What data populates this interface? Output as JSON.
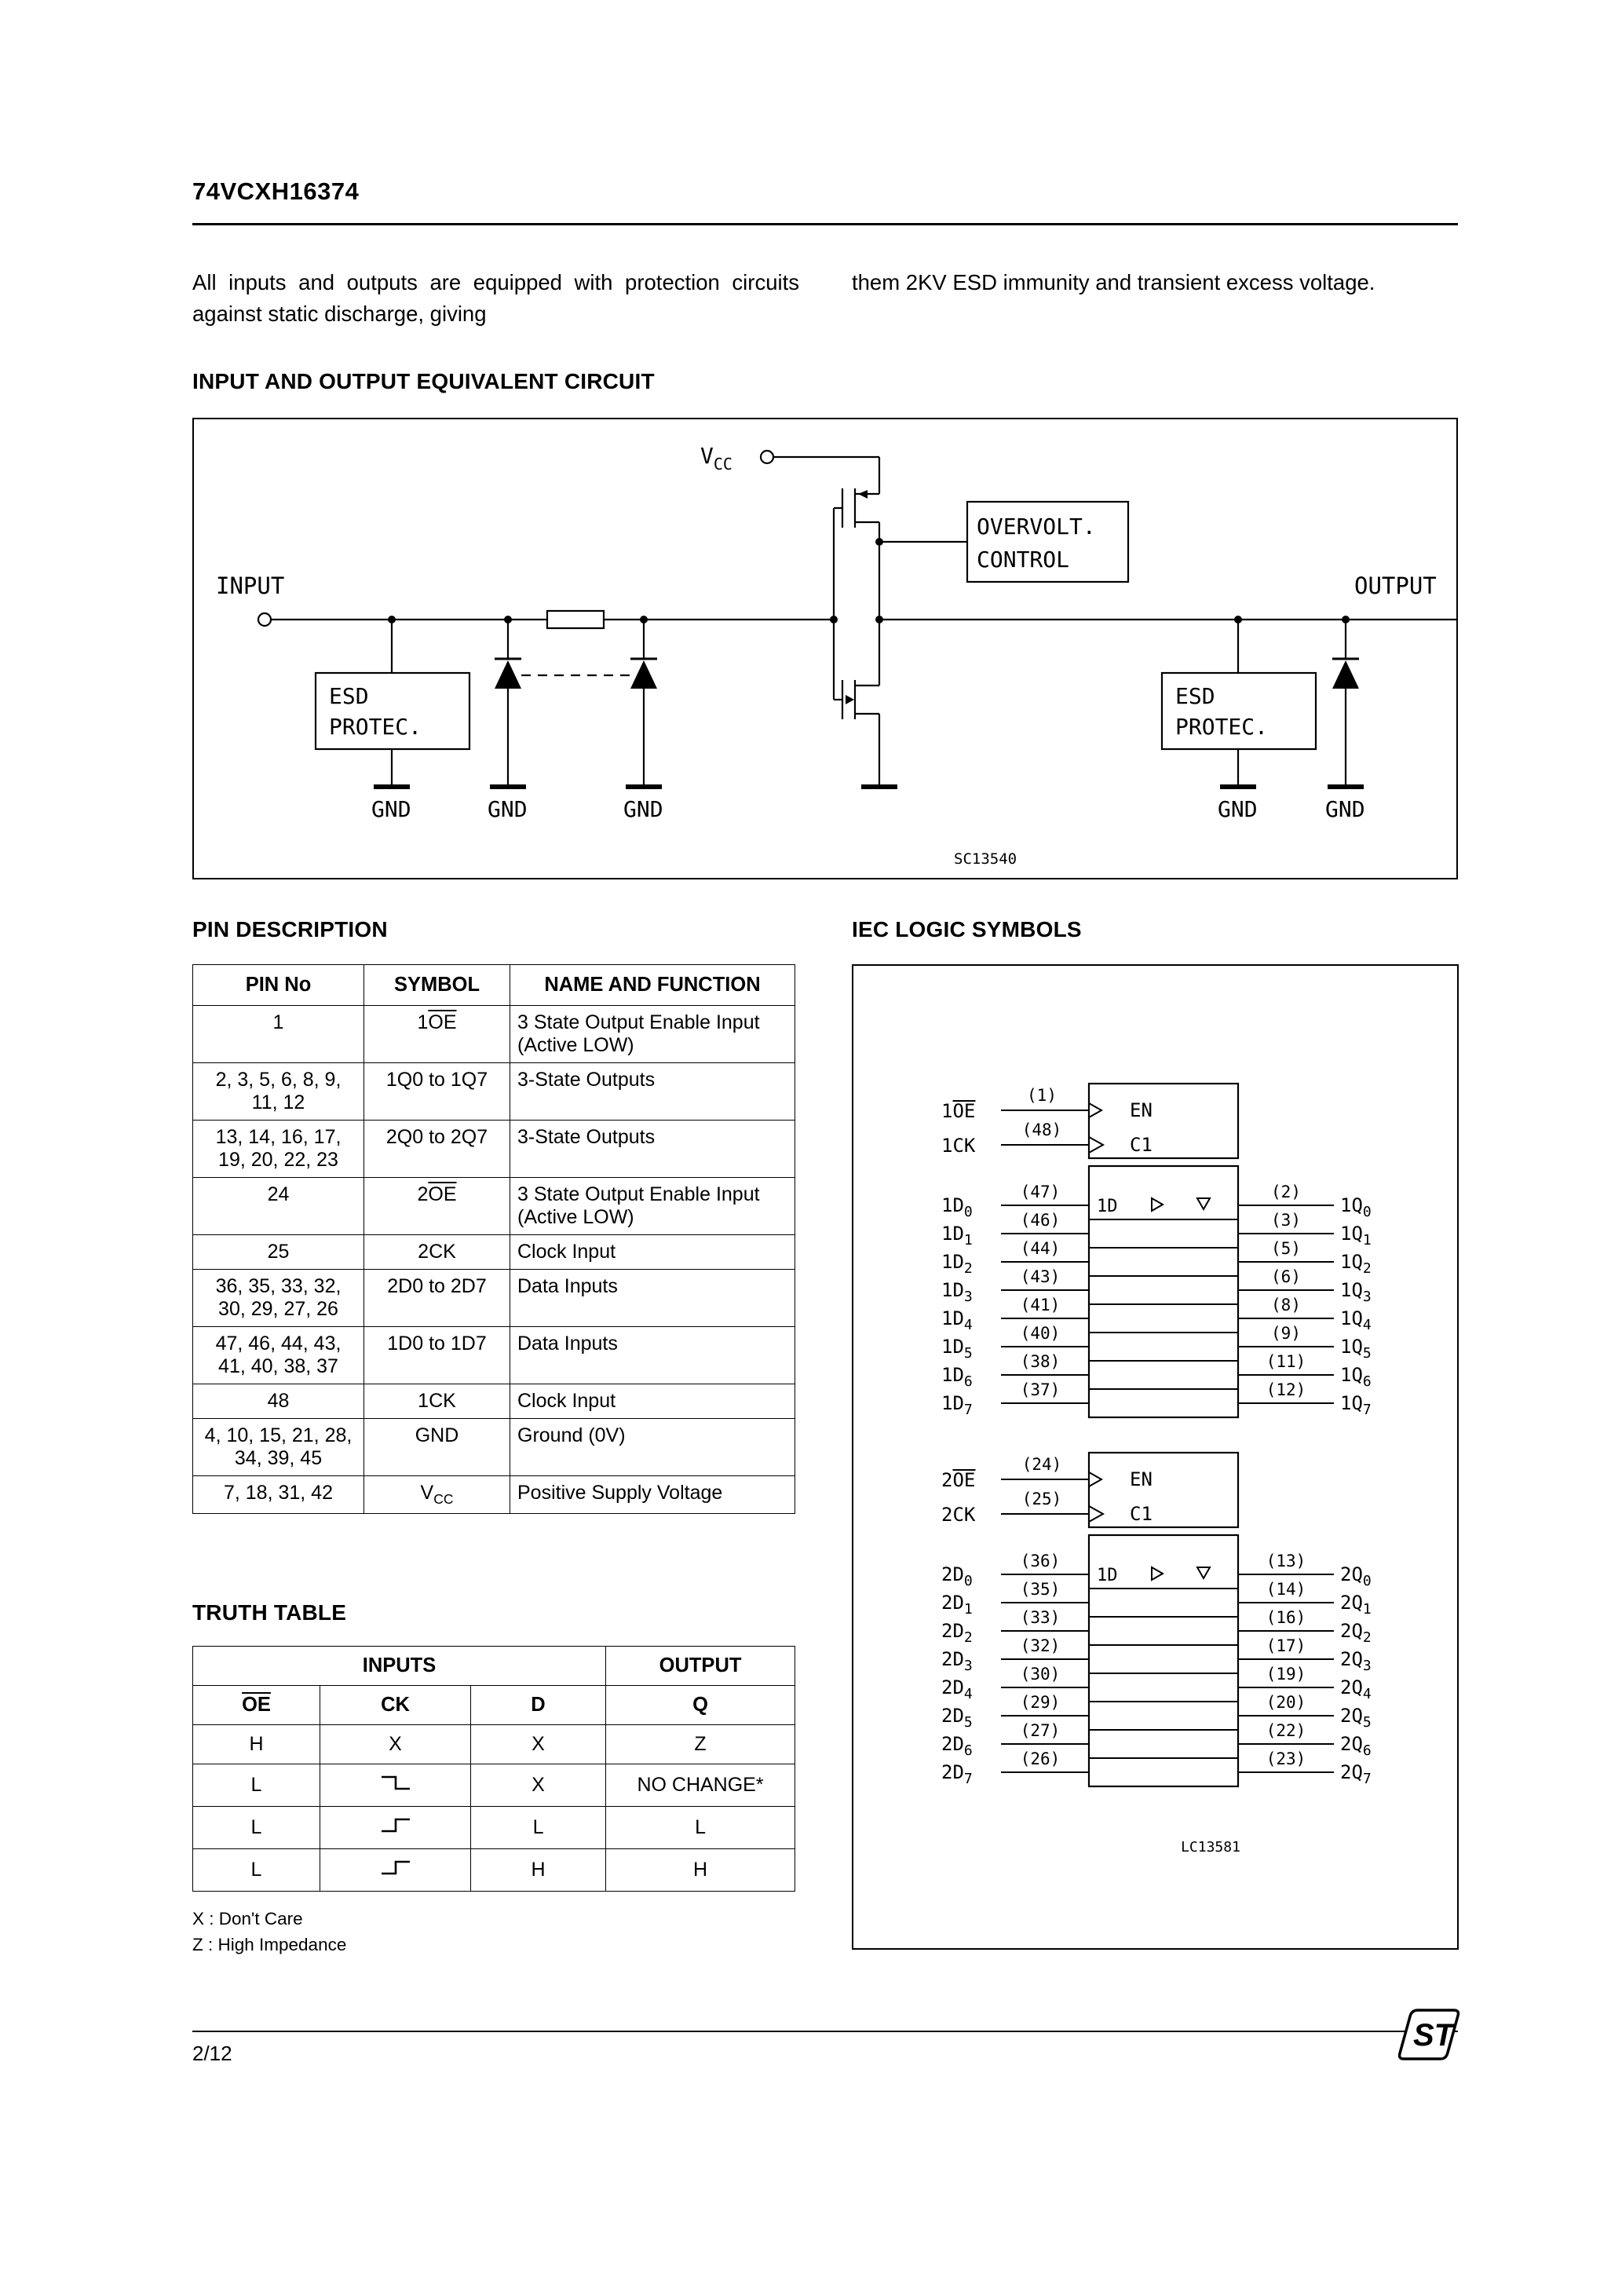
{
  "page": {
    "title": "74VCXH16374",
    "footer_page": "2/12",
    "logo_text": "ST"
  },
  "intro": {
    "col_left": "All inputs and outputs are equipped with protection circuits against static discharge, giving",
    "col_right": "them 2KV ESD immunity and transient excess voltage."
  },
  "sections": {
    "equivalent_circuit": "INPUT AND OUTPUT EQUIVALENT CIRCUIT",
    "pin_description": "PIN DESCRIPTION",
    "iec_logic": "IEC LOGIC SYMBOLS",
    "truth_table": "TRUTH TABLE"
  },
  "circuit": {
    "vcc_label": "V",
    "vcc_sub": "CC",
    "input_label": "INPUT",
    "output_label": "OUTPUT",
    "overvolt_line1": "OVERVOLT.",
    "overvolt_line2": "CONTROL",
    "esd_line1": "ESD",
    "esd_line2": "PROTEC.",
    "gnd_label": "GND",
    "code": "SC13540"
  },
  "pin_table": {
    "headers": [
      "PIN No",
      "SYMBOL",
      "NAME AND FUNCTION"
    ],
    "rows": [
      {
        "pin": "1",
        "symbol": {
          "pre": "1",
          "bar": "OE"
        },
        "name": "3 State Output Enable Input (Active LOW)"
      },
      {
        "pin": "2, 3, 5, 6, 8, 9, 11, 12",
        "symbol": {
          "text": "1Q0 to 1Q7"
        },
        "name": "3-State Outputs"
      },
      {
        "pin": "13, 14, 16, 17, 19, 20, 22, 23",
        "symbol": {
          "text": "2Q0 to 2Q7"
        },
        "name": "3-State Outputs"
      },
      {
        "pin": "24",
        "symbol": {
          "pre": "2",
          "bar": "OE"
        },
        "name": "3 State Output Enable Input (Active LOW)"
      },
      {
        "pin": "25",
        "symbol": {
          "text": "2CK"
        },
        "name": "Clock Input"
      },
      {
        "pin": "36, 35, 33, 32, 30, 29, 27, 26",
        "symbol": {
          "text": "2D0 to 2D7"
        },
        "name": "Data Inputs"
      },
      {
        "pin": "47, 46, 44, 43, 41, 40, 38, 37",
        "symbol": {
          "text": "1D0 to 1D7"
        },
        "name": "Data Inputs"
      },
      {
        "pin": "48",
        "symbol": {
          "text": "1CK"
        },
        "name": "Clock Input"
      },
      {
        "pin": "4, 10, 15, 21, 28, 34, 39, 45",
        "symbol": {
          "text": "GND"
        },
        "name": "Ground (0V)"
      },
      {
        "pin": "7, 18, 31, 42",
        "symbol": {
          "pre": "V",
          "sub": "CC"
        },
        "name": "Positive Supply Voltage"
      }
    ]
  },
  "truth_table": {
    "group_headers": [
      "INPUTS",
      "OUTPUT"
    ],
    "col_headers": [
      {
        "bar": "OE"
      },
      {
        "text": "CK"
      },
      {
        "text": "D"
      },
      {
        "text": "Q"
      }
    ],
    "rows": [
      [
        "H",
        "X",
        "X",
        "Z"
      ],
      [
        "L",
        "falling-edge",
        "X",
        "NO CHANGE*"
      ],
      [
        "L",
        "rising-edge",
        "L",
        "L"
      ],
      [
        "L",
        "rising-edge",
        "H",
        "H"
      ]
    ],
    "notes": [
      "X : Don't Care",
      "Z : High Impedance"
    ]
  },
  "iec": {
    "code": "LC13581",
    "blocks": [
      {
        "en_label": "EN",
        "c1_label": "C1",
        "d_label": "1D",
        "oe": {
          "pre": "1",
          "bar": "OE",
          "pin": "(1)"
        },
        "ck": {
          "label": "1CK",
          "pin": "(48)"
        },
        "inputs": [
          {
            "name": "1D",
            "idx": "0",
            "pin": "(47)"
          },
          {
            "name": "1D",
            "idx": "1",
            "pin": "(46)"
          },
          {
            "name": "1D",
            "idx": "2",
            "pin": "(44)"
          },
          {
            "name": "1D",
            "idx": "3",
            "pin": "(43)"
          },
          {
            "name": "1D",
            "idx": "4",
            "pin": "(41)"
          },
          {
            "name": "1D",
            "idx": "5",
            "pin": "(40)"
          },
          {
            "name": "1D",
            "idx": "6",
            "pin": "(38)"
          },
          {
            "name": "1D",
            "idx": "7",
            "pin": "(37)"
          }
        ],
        "outputs": [
          {
            "name": "1Q",
            "idx": "0",
            "pin": "(2)"
          },
          {
            "name": "1Q",
            "idx": "1",
            "pin": "(3)"
          },
          {
            "name": "1Q",
            "idx": "2",
            "pin": "(5)"
          },
          {
            "name": "1Q",
            "idx": "3",
            "pin": "(6)"
          },
          {
            "name": "1Q",
            "idx": "4",
            "pin": "(8)"
          },
          {
            "name": "1Q",
            "idx": "5",
            "pin": "(9)"
          },
          {
            "name": "1Q",
            "idx": "6",
            "pin": "(11)"
          },
          {
            "name": "1Q",
            "idx": "7",
            "pin": "(12)"
          }
        ]
      },
      {
        "en_label": "EN",
        "c1_label": "C1",
        "d_label": "1D",
        "oe": {
          "pre": "2",
          "bar": "OE",
          "pin": "(24)"
        },
        "ck": {
          "label": "2CK",
          "pin": "(25)"
        },
        "inputs": [
          {
            "name": "2D",
            "idx": "0",
            "pin": "(36)"
          },
          {
            "name": "2D",
            "idx": "1",
            "pin": "(35)"
          },
          {
            "name": "2D",
            "idx": "2",
            "pin": "(33)"
          },
          {
            "name": "2D",
            "idx": "3",
            "pin": "(32)"
          },
          {
            "name": "2D",
            "idx": "4",
            "pin": "(30)"
          },
          {
            "name": "2D",
            "idx": "5",
            "pin": "(29)"
          },
          {
            "name": "2D",
            "idx": "6",
            "pin": "(27)"
          },
          {
            "name": "2D",
            "idx": "7",
            "pin": "(26)"
          }
        ],
        "outputs": [
          {
            "name": "2Q",
            "idx": "0",
            "pin": "(13)"
          },
          {
            "name": "2Q",
            "idx": "1",
            "pin": "(14)"
          },
          {
            "name": "2Q",
            "idx": "2",
            "pin": "(16)"
          },
          {
            "name": "2Q",
            "idx": "3",
            "pin": "(17)"
          },
          {
            "name": "2Q",
            "idx": "4",
            "pin": "(19)"
          },
          {
            "name": "2Q",
            "idx": "5",
            "pin": "(20)"
          },
          {
            "name": "2Q",
            "idx": "6",
            "pin": "(22)"
          },
          {
            "name": "2Q",
            "idx": "7",
            "pin": "(23)"
          }
        ]
      }
    ]
  }
}
